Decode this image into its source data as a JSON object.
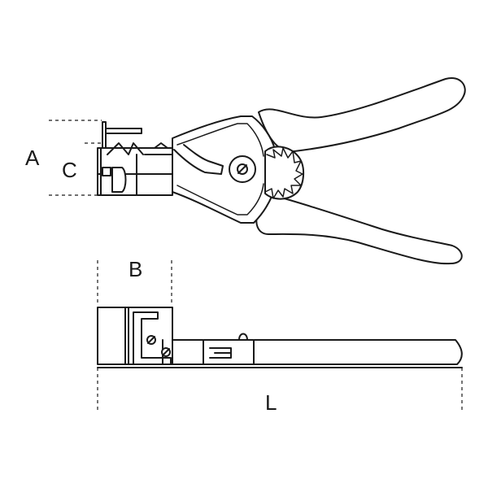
{
  "labels": {
    "A": "A",
    "B": "B",
    "C": "C",
    "L": "L"
  },
  "colors": {
    "line": "#1a1a1a",
    "background": "#ffffff"
  }
}
